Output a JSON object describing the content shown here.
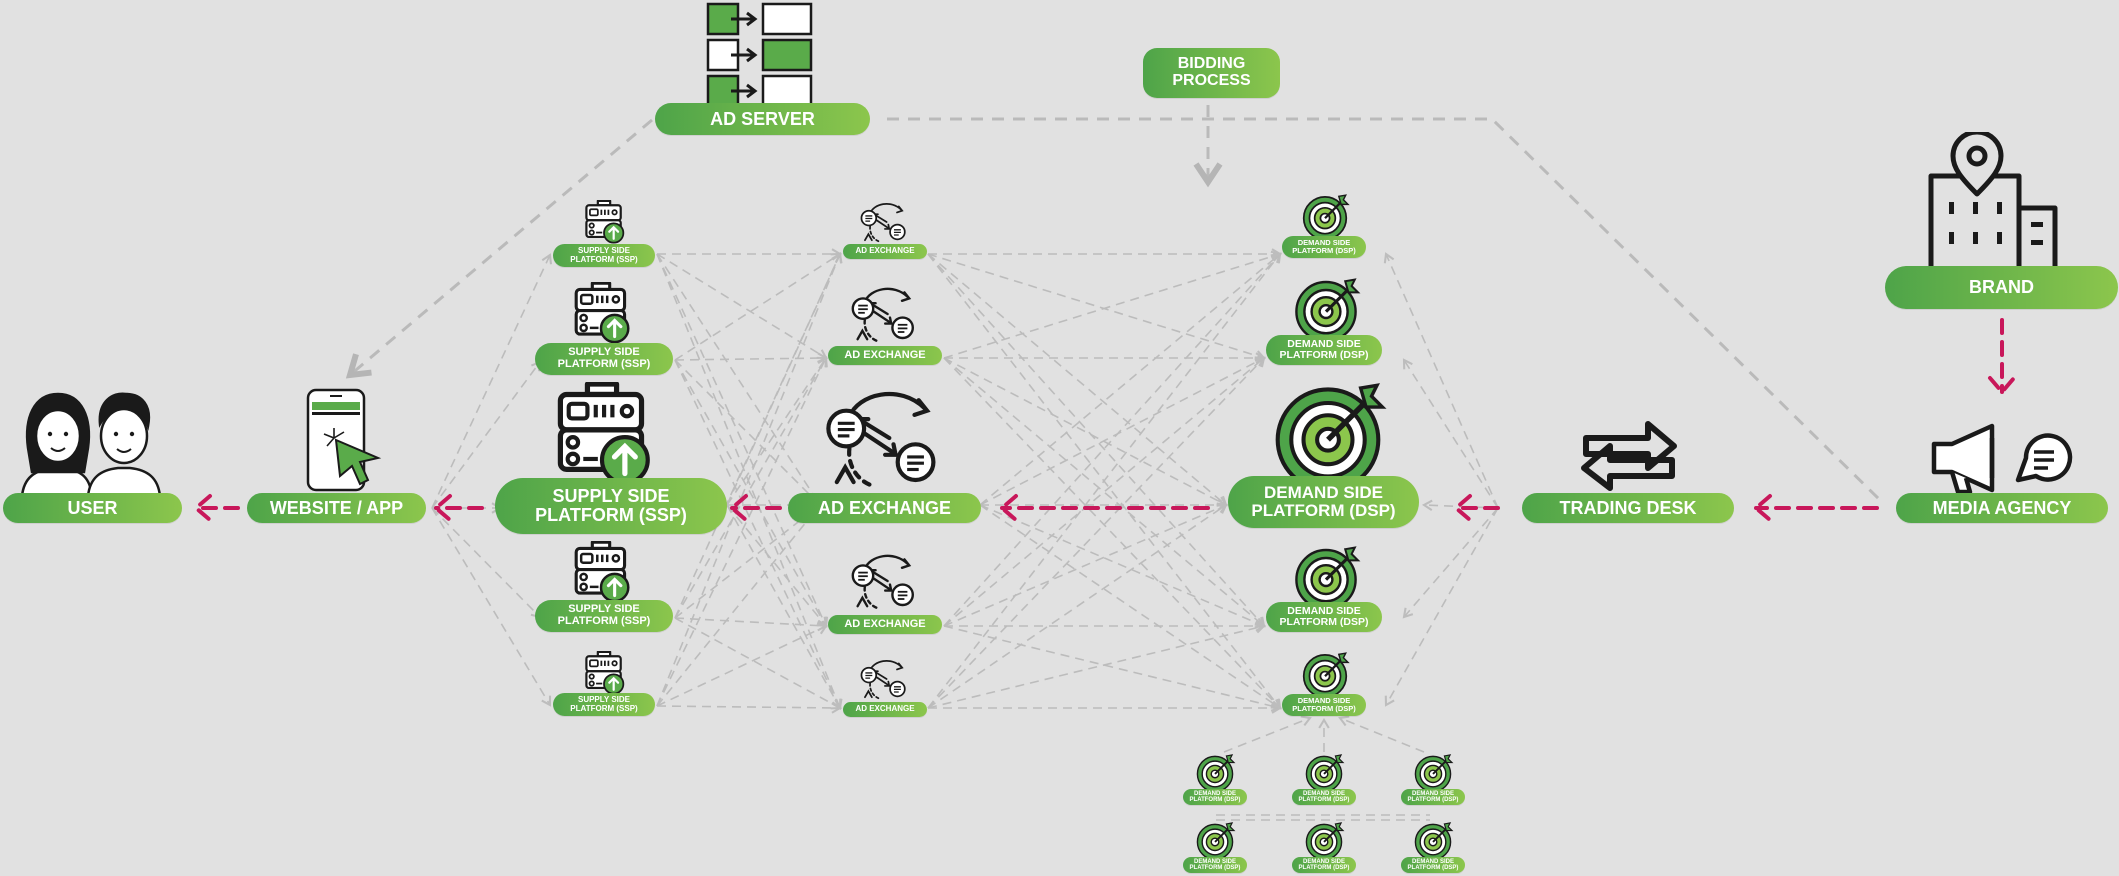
{
  "labels": {
    "user": "USER",
    "website_app": "WEBSITE / APP",
    "ssp": "SUPPLY SIDE PLATFORM (SSP)",
    "ssp_line1": "SUPPLY SIDE",
    "ssp_line2": "PLATFORM (SSP)",
    "ad_exchange": "AD EXCHANGE",
    "dsp_line1": "DEMAND SIDE",
    "dsp_line2": "PLATFORM (DSP)",
    "trading_desk": "TRADING DESK",
    "media_agency": "MEDIA AGENCY",
    "brand": "BRAND",
    "ad_server": "AD SERVER",
    "bidding_line1": "BIDDING",
    "bidding_line2": "PROCESS"
  },
  "colors": {
    "green_dark": "#4ea449",
    "green_light": "#8cc64c",
    "flow_arrow": "#c8175a",
    "connector": "#b9b9b9",
    "background": "#e1e1e1",
    "icon_stroke": "#1a1a1a"
  },
  "icons": [
    "users-icon",
    "phone-click-icon",
    "server-upload-icon",
    "exchange-cycle-icon",
    "target-icon",
    "arrows-swap-icon",
    "megaphone-icon",
    "building-pin-icon",
    "ad-flow-grid-icon"
  ]
}
